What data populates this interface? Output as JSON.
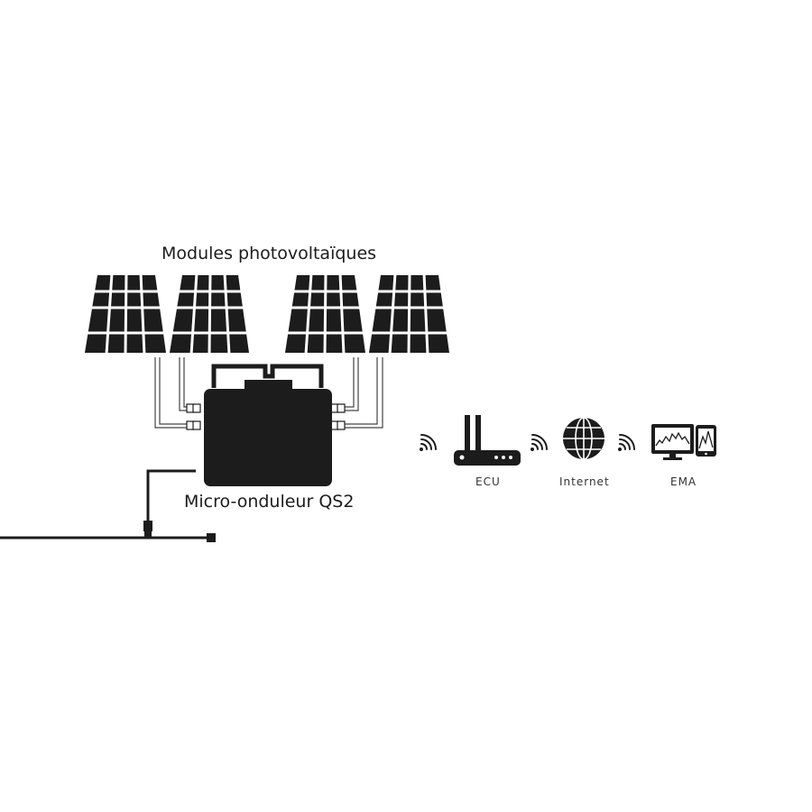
{
  "diagram": {
    "modules_label": "Modules photovoltaïques",
    "inverter_label": "Micro-onduleur QS2",
    "ecu_label": "ECU",
    "internet_label": "Internet",
    "ema_label": "EMA",
    "icons": [
      "solar-panel-icon",
      "micro-inverter-icon",
      "wifi-signal-icon",
      "router-icon",
      "globe-icon",
      "monitor-chart-icon",
      "smartphone-icon"
    ],
    "colors": {
      "ink": "#1c1c1c",
      "background": "#ffffff",
      "cable": "#444444"
    }
  }
}
